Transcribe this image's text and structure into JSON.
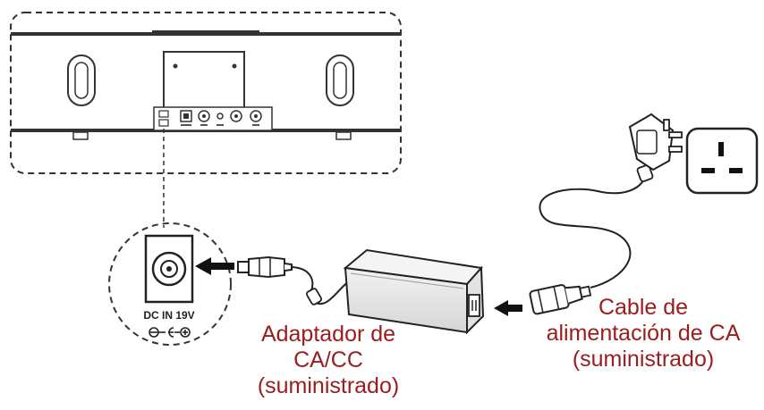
{
  "diagram": {
    "adapter_label": {
      "line1": "Adaptador de",
      "line2": "CA/CC",
      "line3": "(suministrado)"
    },
    "power_cable_label": {
      "line1": "Cable de",
      "line2": "alimentación de CA",
      "line3": "(suministrado)"
    },
    "dc_jack": {
      "rating": "DC IN 19V"
    },
    "colors": {
      "label": "#9b1c1c",
      "line_art": "#222222"
    }
  }
}
